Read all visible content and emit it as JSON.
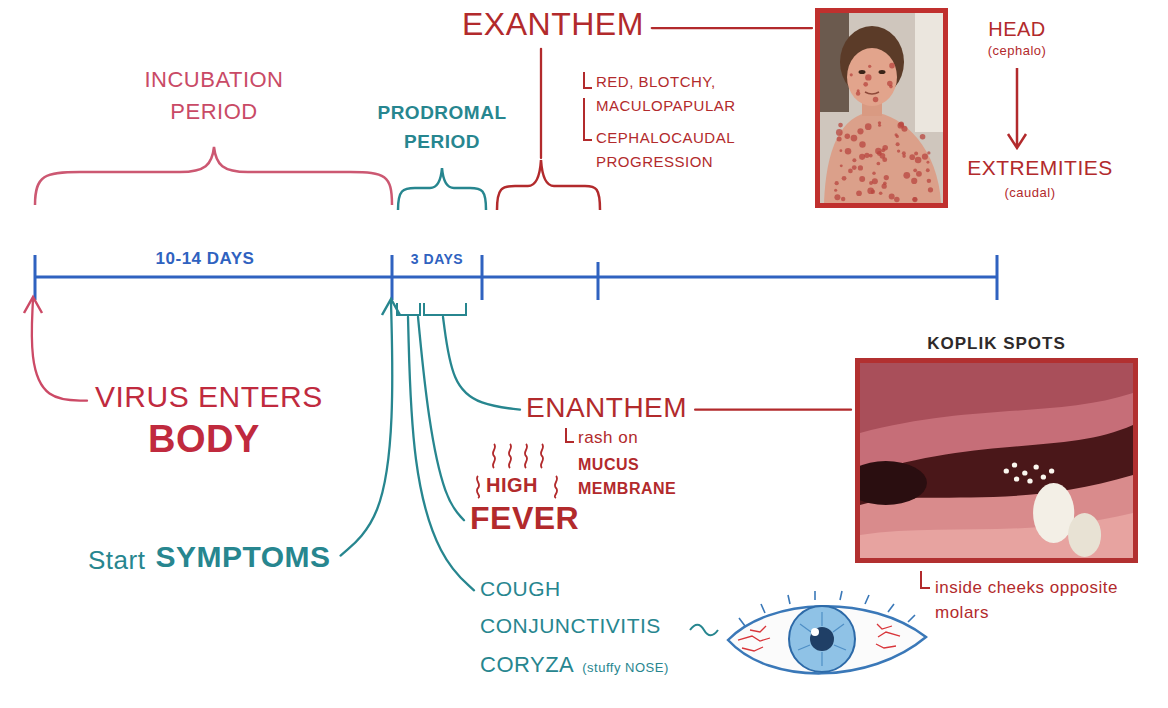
{
  "diagram": {
    "nodes": [
      {
        "text": [
          "KOPLIK SPOTS"
        ]
      }
    ],
    "labels": [
      "EXANTHEM",
      "INCUBATION PERIOD",
      "PRODROMAL PERIOD",
      "RED, BLOTCHY, MACULOPAPULAR",
      "CEPHALOCAUDAL PROGRESSION",
      "HEAD",
      "(cephalo)",
      "EXTREMITIES",
      "(caudal)",
      "10-14 DAYS",
      "3 DAYS",
      "VIRUS ENTERS",
      "BODY",
      "ENANTHEM",
      "rash on",
      "MUCUS MEMBRANE",
      "HIGH",
      "FEVER",
      "Start",
      "SYMPTOMS",
      "COUGH",
      "CONJUNCTIVITIS",
      "CORYZA",
      "(stuffy NOSE)",
      "inside cheeks opposite molars"
    ]
  }
}
